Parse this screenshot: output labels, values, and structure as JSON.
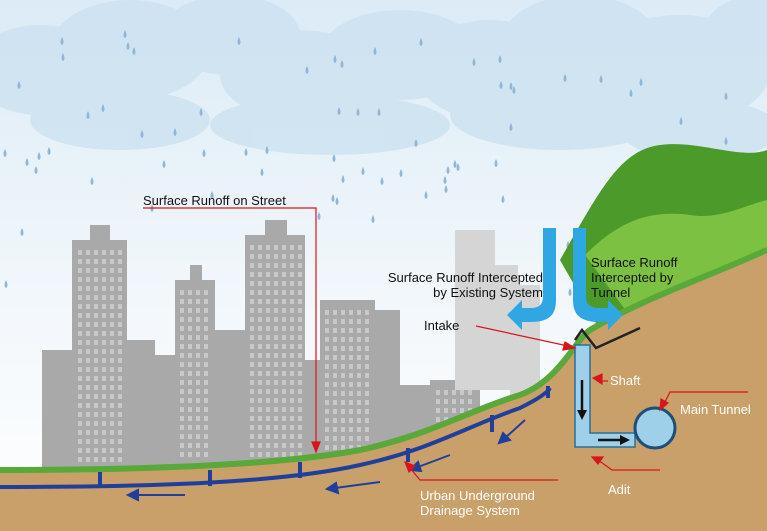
{
  "diagram": {
    "labels": {
      "surface_runoff_street": "Surface Runoff on Street",
      "intercepted_existing_line1": "Surface Runoff Intercepted",
      "intercepted_existing_line2": "by Existing System",
      "intercepted_tunnel_line1": "Surface Runoff",
      "intercepted_tunnel_line2": "Intercepted by",
      "intercepted_tunnel_line3": "Tunnel",
      "intake": "Intake",
      "shaft": "Shaft",
      "main_tunnel": "Main Tunnel",
      "adit": "Adit",
      "drainage_line1": "Urban Underground",
      "drainage_line2": "Drainage System"
    },
    "colors": {
      "sky_cloud": "#cfe3f2",
      "rain_drop": "#8fb7d8",
      "building": "#a9a9a9",
      "grass": "#58a83a",
      "hill": "#5aa82e",
      "soil": "#c9a06a",
      "drain_pipe": "#1f3f9a",
      "water_arrow": "#2ea7e3",
      "tunnel": "#9fd0ea",
      "leader_red": "#d8141c"
    }
  }
}
